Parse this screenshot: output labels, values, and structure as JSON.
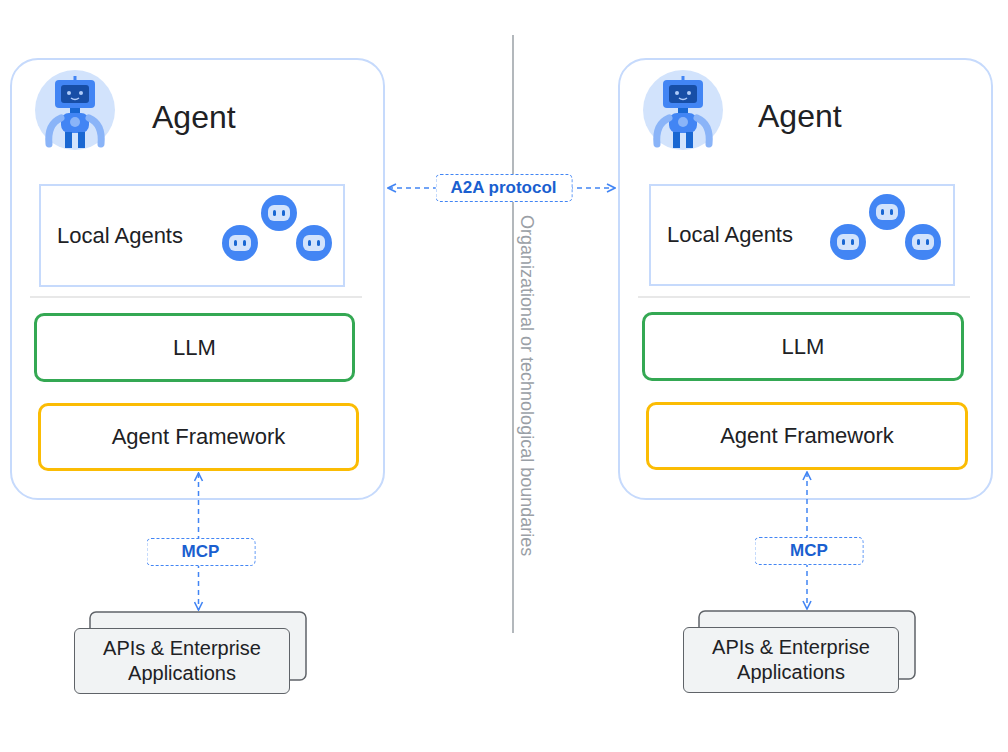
{
  "diagram": {
    "nodes": [
      {
        "text": [
          "Agent"
        ]
      },
      {
        "text": [
          "Local Agents"
        ],
        "in": 0
      },
      {
        "text": [
          "LLM"
        ],
        "in": 0
      },
      {
        "text": [
          "Agent Framework"
        ],
        "in": 0
      },
      {
        "text": [
          "APIs & Enterprise Applications"
        ]
      },
      {
        "text": [
          "Agent"
        ]
      },
      {
        "text": [
          "Local Agents"
        ],
        "in": 5
      },
      {
        "text": [
          "LLM"
        ],
        "in": 5
      },
      {
        "text": [
          "Agent Framework"
        ],
        "in": 5
      },
      {
        "text": [
          "APIs & Enterprise Applications"
        ]
      }
    ],
    "edges": [
      {
        "from": 0,
        "to": 5,
        "label": "A2A protocol",
        "arrow": "both"
      },
      {
        "from": 3,
        "to": 4,
        "label": "MCP",
        "arrow": "both"
      },
      {
        "from": 8,
        "to": 9,
        "label": "MCP",
        "arrow": "both"
      }
    ],
    "labels": [
      "Organizational or technological boundaries"
    ]
  }
}
